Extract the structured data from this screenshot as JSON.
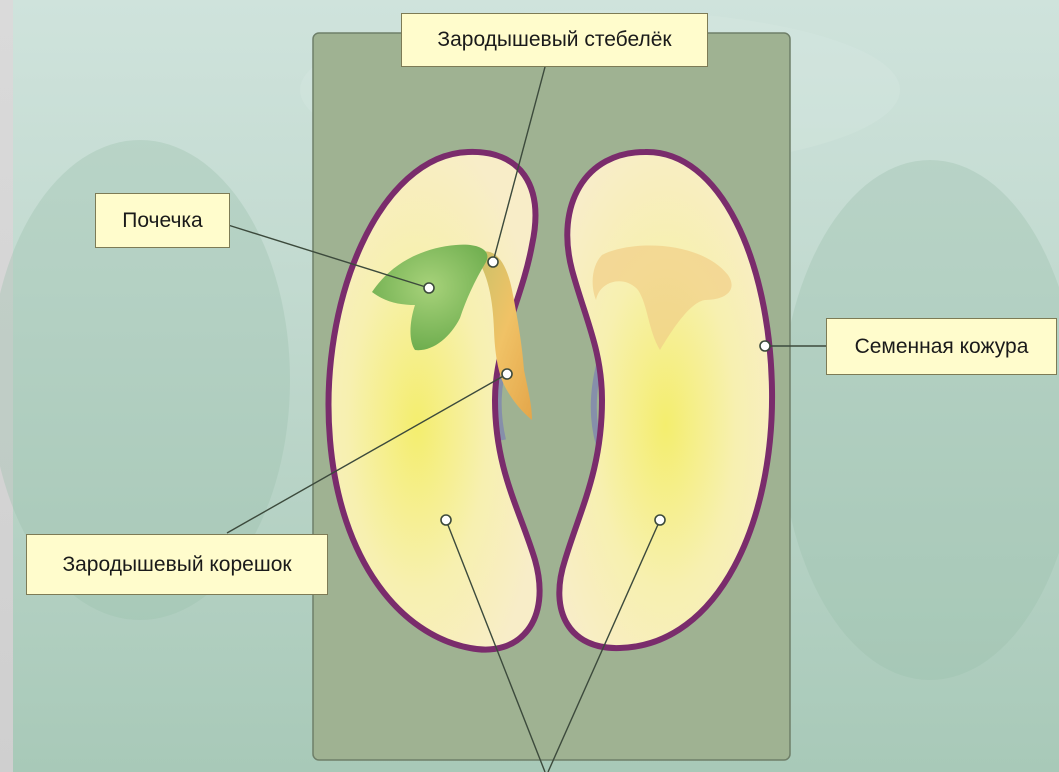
{
  "labels": {
    "stem": "Зародышевый стебелёк",
    "bud": "Почечка",
    "seed_coat": "Семенная кожура",
    "root": "Зародышевый корешок"
  },
  "colors": {
    "seed_coat": "#7a2c6c",
    "cotyledon": "#f8edc4",
    "cotyledon_center": "#f4ee7a",
    "bud": "#8fc263",
    "stem": "#e9b95a",
    "panel": "#9fb292",
    "label_fill": "#fffccc"
  }
}
